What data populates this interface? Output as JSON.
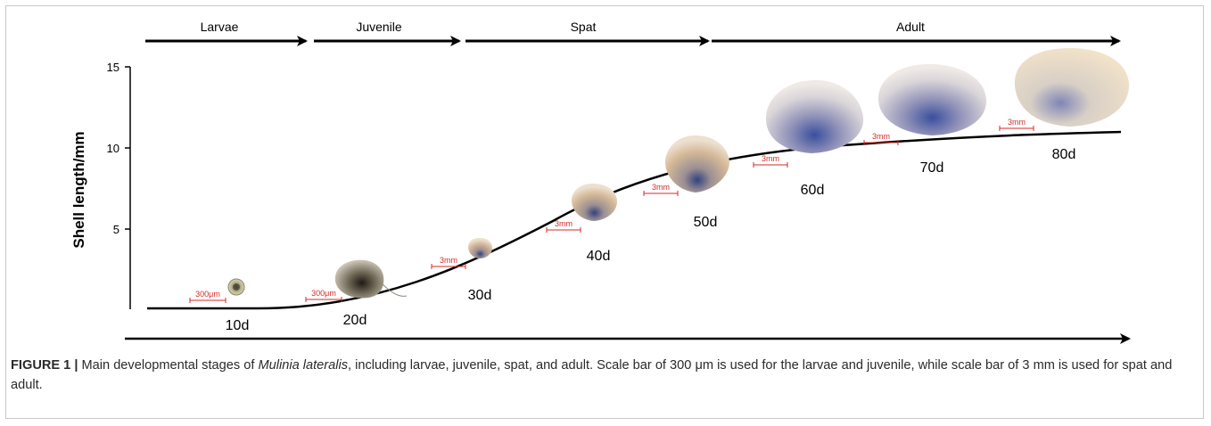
{
  "stages": [
    "Larvae",
    "Juvenile",
    "Spat",
    "Adult"
  ],
  "y_axis": {
    "label": "Shell length/mm",
    "ticks": [
      "15",
      "10",
      "5"
    ]
  },
  "days": [
    "10d",
    "20d",
    "30d",
    "40d",
    "50d",
    "60d",
    "70d",
    "80d"
  ],
  "scale_bars": [
    "300μm",
    "300μm",
    "3mm",
    "3mm",
    "3mm",
    "3mm",
    "3mm",
    "3mm"
  ],
  "caption": {
    "label": "FIGURE 1 |",
    "text_before": " Main developmental stages of ",
    "species": "Mulinia lateralis",
    "text_after": ", including larvae, juvenile, spat, and adult. Scale bar of 300 μm is used for the larvae and juvenile, while scale bar of 3 mm is used for spat and adult."
  },
  "colors": {
    "scale_bar": "#d62a2a",
    "axis": "#000000"
  }
}
